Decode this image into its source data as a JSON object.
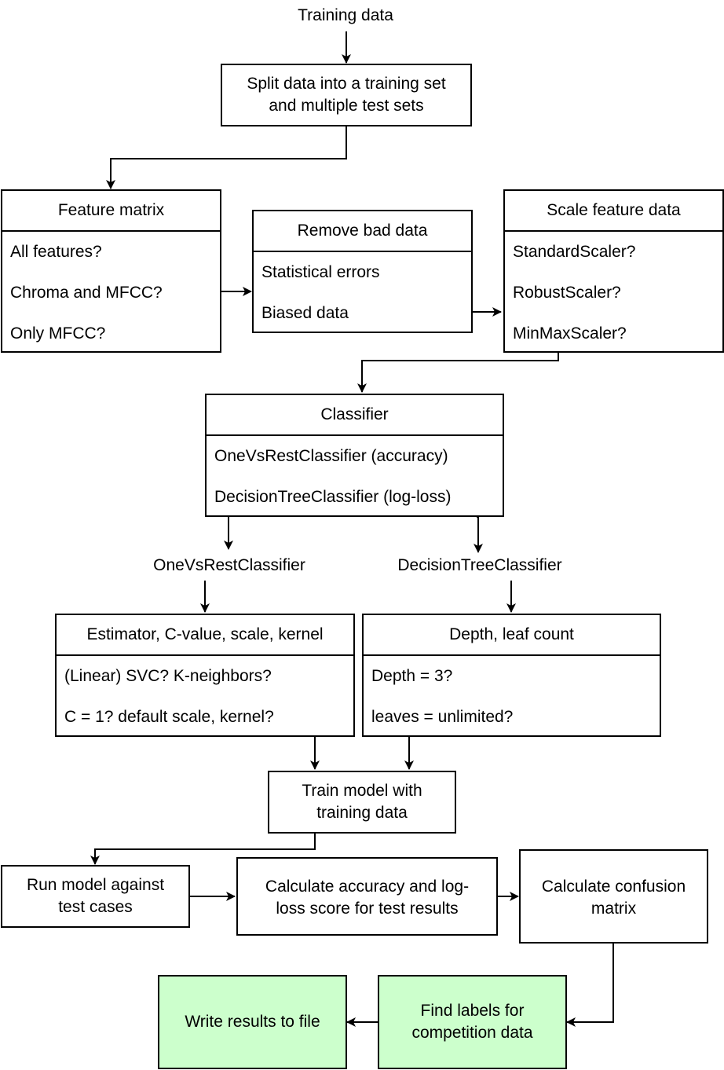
{
  "labels": {
    "training_data": "Training data",
    "onevsrest": "OneVsRestClassifier",
    "decisiontree": "DecisionTreeClassifier"
  },
  "split": {
    "line1": "Split data into a training set",
    "line2": "and multiple test sets"
  },
  "feature_matrix": {
    "title": "Feature matrix",
    "items": [
      "All features?",
      "Chroma and MFCC?",
      "Only MFCC?"
    ]
  },
  "remove_bad": {
    "title": "Remove bad data",
    "items": [
      "Statistical errors",
      "Biased data"
    ]
  },
  "scale": {
    "title": "Scale feature data",
    "items": [
      "StandardScaler?",
      "RobustScaler?",
      "MinMaxScaler?"
    ]
  },
  "classifier": {
    "title": "Classifier",
    "items": [
      "OneVsRestClassifier (accuracy)",
      "DecisionTreeClassifier (log-loss)"
    ]
  },
  "estimator": {
    "title": "Estimator, C-value, scale, kernel",
    "items": [
      "(Linear) SVC? K-neighbors?",
      "C = 1? default scale, kernel?"
    ]
  },
  "depth": {
    "title": "Depth, leaf count",
    "items": [
      "Depth = 3?",
      "leaves = unlimited?"
    ]
  },
  "train": {
    "line1": "Train model with",
    "line2": "training data"
  },
  "run_model": {
    "line1": "Run model against",
    "line2": "test cases"
  },
  "calc_accuracy": {
    "line1": "Calculate accuracy and log-",
    "line2": "loss score for test results"
  },
  "calc_confusion": {
    "line1": "Calculate confusion",
    "line2": "matrix"
  },
  "find_labels": {
    "line1": "Find labels for",
    "line2": "competition data"
  },
  "write_results": {
    "text": "Write results to file"
  },
  "colors": {
    "highlight": "#ccffcc",
    "line": "#000000"
  }
}
